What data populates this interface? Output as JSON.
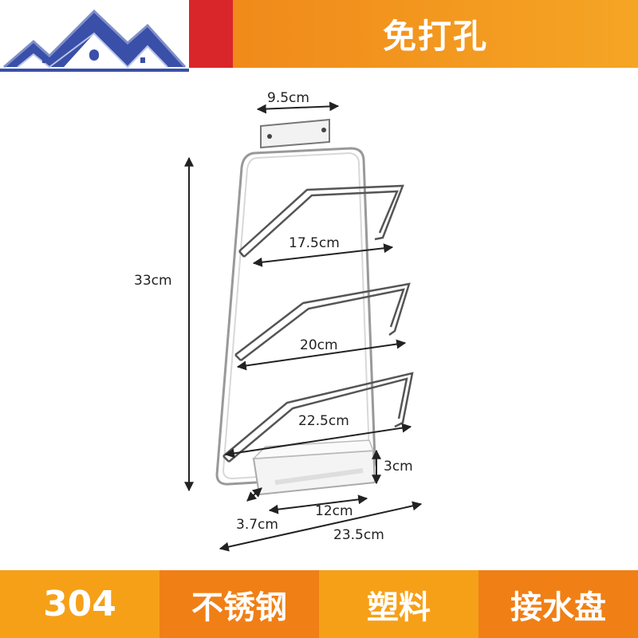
{
  "banner": {
    "title": "免打孔"
  },
  "dimensions": {
    "top_width": "9.5cm",
    "height": "33cm",
    "rack1": "17.5cm",
    "rack2": "20cm",
    "rack3": "22.5cm",
    "tray_height": "3cm",
    "tray_depth": "3.7cm",
    "tray_width": "12cm",
    "total_width": "23.5cm"
  },
  "features": [
    {
      "label": "304"
    },
    {
      "label": "不锈钢"
    },
    {
      "label": "塑料"
    },
    {
      "label": "接水盘"
    }
  ],
  "colors": {
    "accent_red": "#d9262b",
    "accent_orange": "#f5a524",
    "accent_dark_orange": "#f07f16",
    "logo_blue": "#3a4fa8"
  }
}
